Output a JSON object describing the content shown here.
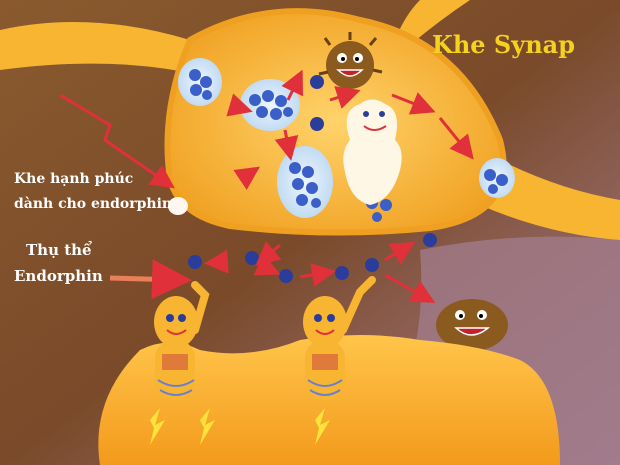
{
  "diagram": {
    "title": "Khe Synap",
    "happy_slot_label_line1": "Khe hạnh phúc",
    "happy_slot_label_line2": "dành cho endorphin",
    "receptor_label_line1": "Thụ thể",
    "receptor_label_line2": "Endorphin"
  },
  "colors": {
    "background_brown": "#7a4a2a",
    "background_mauve": "#a07a8a",
    "membrane_orange": "#f7b531",
    "membrane_light": "#ffd36b",
    "vesicle_blue": "#3a5fc9",
    "arrow_red": "#e0303a",
    "title_yellow": "#f5d21c"
  },
  "icons": [
    "germ-monster-icon",
    "smiling-cell-character-icon",
    "receptor-character-icon",
    "lightning-icon"
  ]
}
